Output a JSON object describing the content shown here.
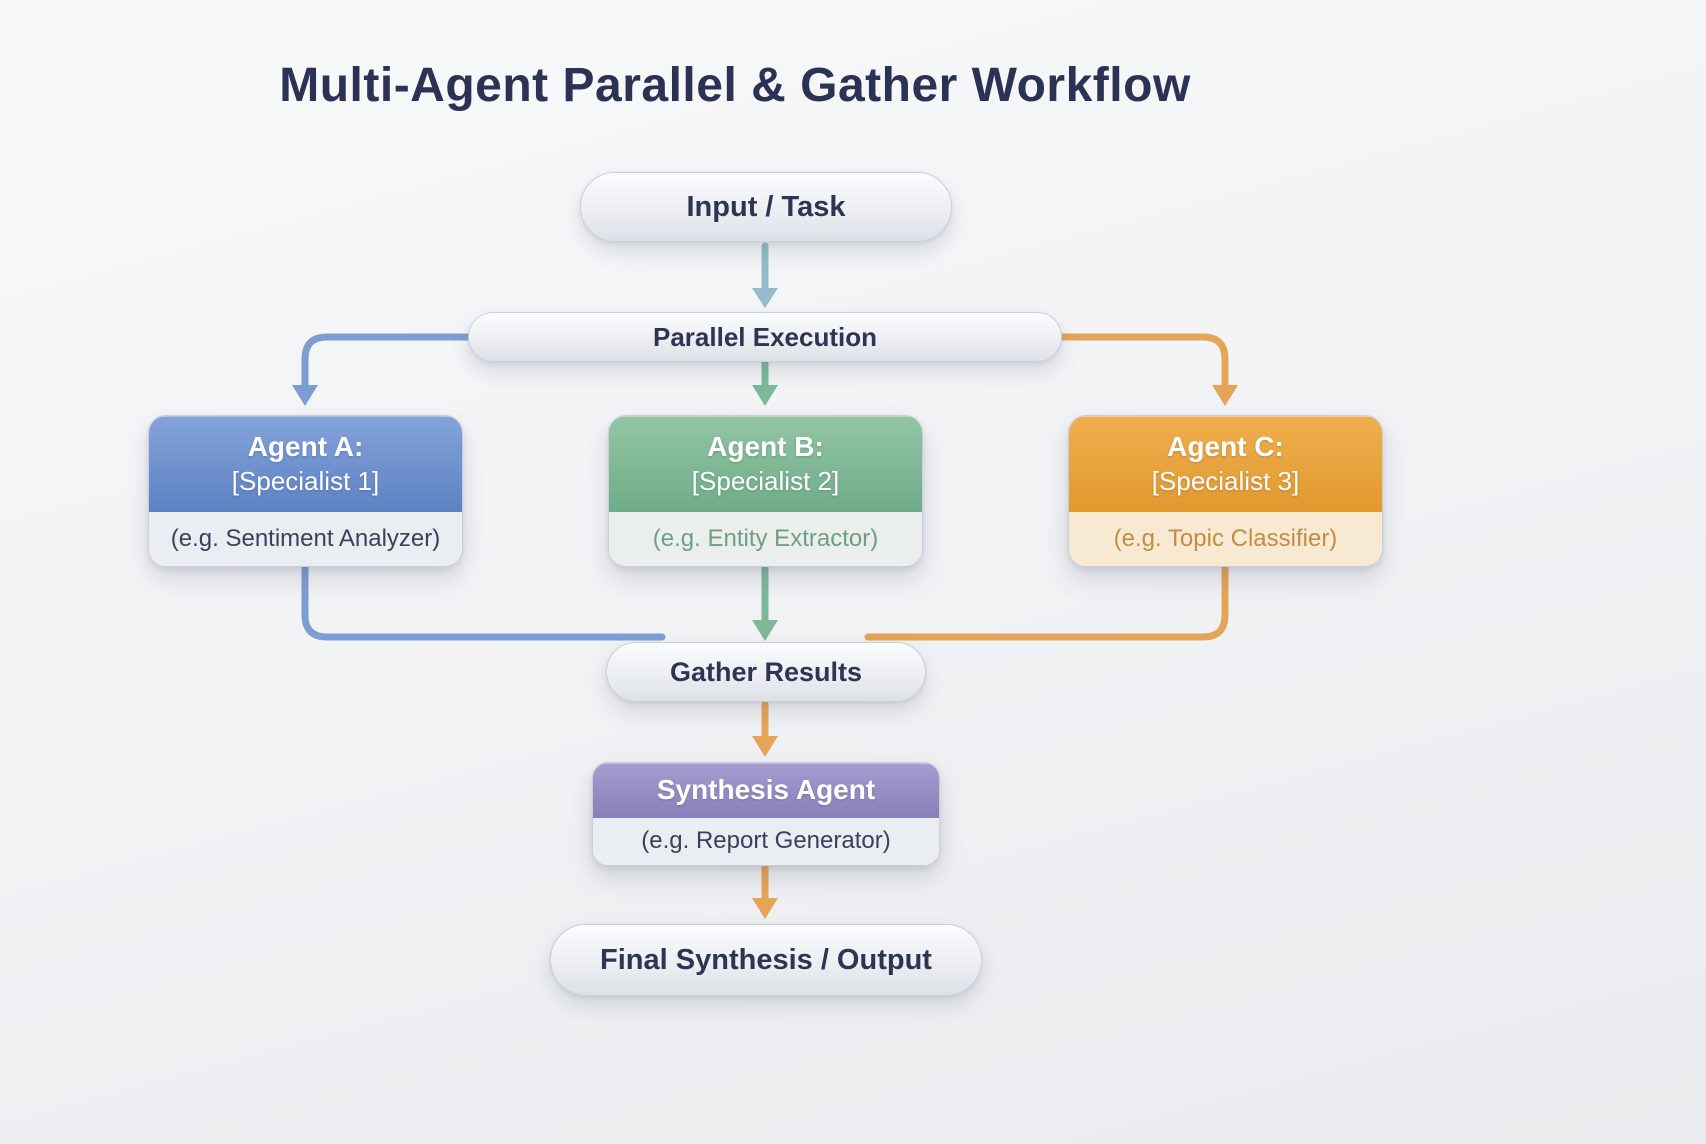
{
  "title": "Multi-Agent Parallel & Gather Workflow",
  "nodes": {
    "input": {
      "label": "Input / Task"
    },
    "parallel": {
      "label": "Parallel Execution"
    },
    "agent_a": {
      "name": "Agent A:",
      "specialist": "[Specialist 1]",
      "example": "(e.g. Sentiment Analyzer)",
      "header_color": "#6286c6"
    },
    "agent_b": {
      "name": "Agent B:",
      "specialist": "[Specialist 2]",
      "example": "(e.g. Entity Extractor)",
      "header_color": "#7cb391"
    },
    "agent_c": {
      "name": "Agent C:",
      "specialist": "[Specialist 3]",
      "example": "(e.g. Topic Classifier)",
      "header_color": "#e8a43c"
    },
    "gather": {
      "label": "Gather Results"
    },
    "synthesis": {
      "name": "Synthesis Agent",
      "example": "(e.g. Report Generator)",
      "header_color": "#9189bf"
    },
    "output": {
      "label": "Final Synthesis / Output"
    }
  },
  "edges": [
    {
      "from": "input",
      "to": "parallel",
      "color": "#96bac9"
    },
    {
      "from": "parallel",
      "to": "agent_a",
      "color": "#7d9ed2"
    },
    {
      "from": "parallel",
      "to": "agent_b",
      "color": "#7eb899"
    },
    {
      "from": "parallel",
      "to": "agent_c",
      "color": "#e5a558"
    },
    {
      "from": "agent_a",
      "to": "gather",
      "color": "#7d9ed2"
    },
    {
      "from": "agent_b",
      "to": "gather",
      "color": "#7eb899"
    },
    {
      "from": "agent_c",
      "to": "gather",
      "color": "#e5a558"
    },
    {
      "from": "gather",
      "to": "synthesis",
      "color": "#e5a558"
    },
    {
      "from": "synthesis",
      "to": "output",
      "color": "#e5a558"
    }
  ],
  "colors": {
    "background": "#f2f3f5",
    "title_text": "#2b3254",
    "pill_text": "#2e3552",
    "arrow_teal": "#96bac9",
    "arrow_blue": "#7d9ed2",
    "arrow_green": "#7eb899",
    "arrow_orange": "#e5a558"
  }
}
